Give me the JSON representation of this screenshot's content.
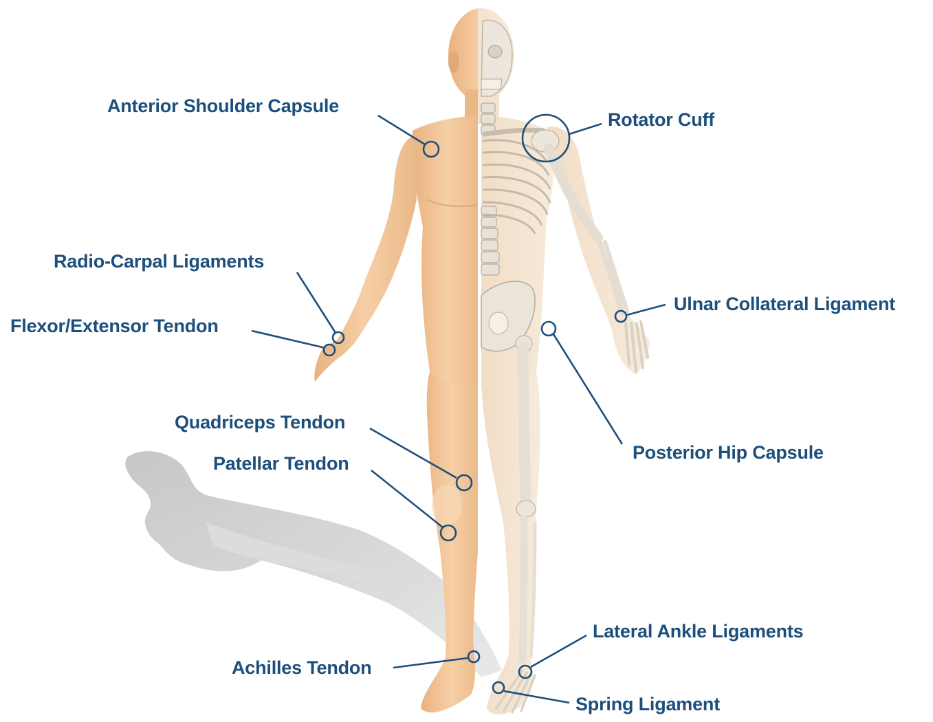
{
  "labels": {
    "anterior_shoulder_capsule": "Anterior Shoulder Capsule",
    "rotator_cuff": "Rotator Cuff",
    "radio_carpal_ligaments": "Radio-Carpal Ligaments",
    "flexor_extensor_tendon": "Flexor/Extensor Tendon",
    "ulnar_collateral_ligament": "Ulnar Collateral Ligament",
    "quadriceps_tendon": "Quadriceps Tendon",
    "patellar_tendon": "Patellar Tendon",
    "posterior_hip_capsule": "Posterior Hip Capsule",
    "lateral_ankle_ligaments": "Lateral Ankle Ligaments",
    "achilles_tendon": "Achilles Tendon",
    "spring_ligament": "Spring Ligament"
  },
  "colors": {
    "label_text": "#1d4f7c",
    "leader_line": "#1d4f7c",
    "skin": "#f3c9a0",
    "skin_shade": "#e2a97a",
    "skeleton_side": "#f3e3cf",
    "bone": "#ece6dc",
    "shadow": "#c9c9c9"
  }
}
